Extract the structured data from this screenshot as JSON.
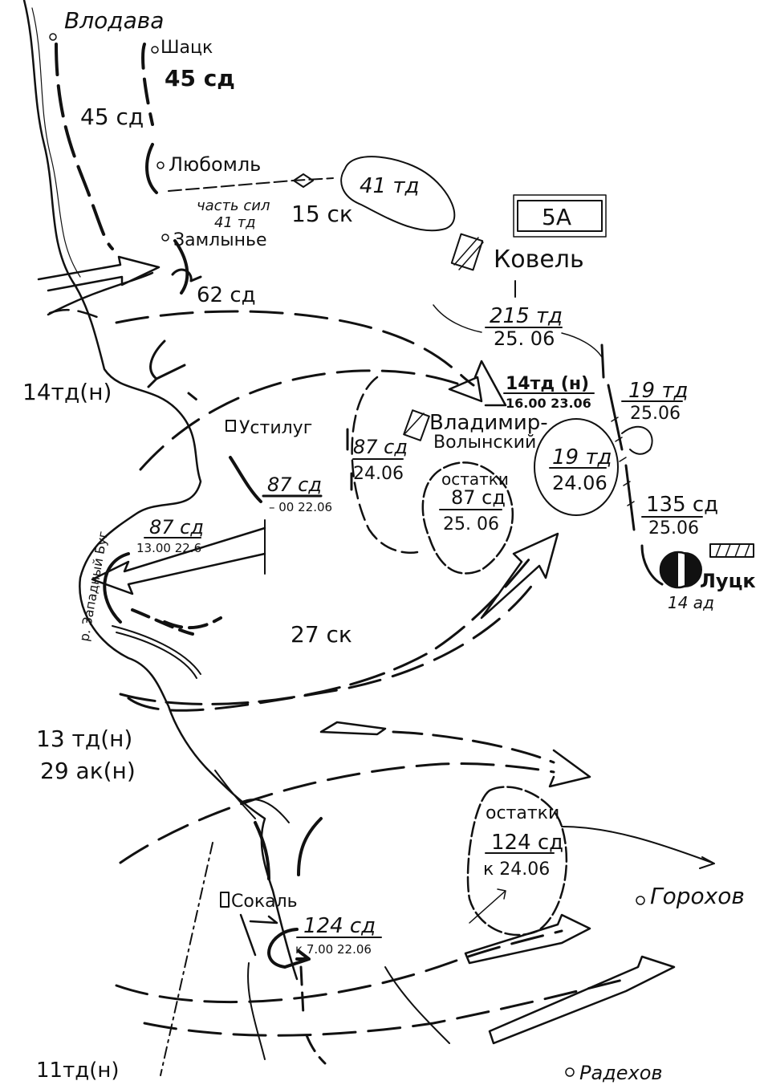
{
  "map": {
    "river_label": "р. Западный Буг",
    "army_box": "5А",
    "towns": {
      "vlodava": "Влодава",
      "shatsk": "Шацк",
      "lyuboml": "Любомль",
      "zamlyne": "Замлынье",
      "kovel": "Ковель",
      "ustilug": "Устилуг",
      "vladimir_line1": "Владимир-",
      "vladimir_line2": "Волынский",
      "lutsk": "Луцк",
      "sokal": "Сокаль",
      "gorokhov": "Горохов",
      "radekhov": "Радехов"
    },
    "units": {
      "sd45_top": "45 сд",
      "sd45_mid": "45 сд",
      "td41": "41 тд",
      "part_forces_1": "часть сил",
      "part_forces_2": "41 тд",
      "sk15": "15 ск",
      "sd62": "62 сд",
      "td215": "215 тд",
      "td215_date": "25. 06",
      "td14_enemy": "14тд(н)",
      "td14_front": "14тд (н)",
      "td14_front_time": "16.00 23.06",
      "td19_a": "19 тд",
      "td19_a_date": "25.06",
      "td19_b": "19 тд",
      "td19_b_date": "24.06",
      "sd87_a": "87 сд",
      "sd87_a_time": "– 00 22.06",
      "sd87_b": "87 сд",
      "sd87_b_time": "13.00 22.6",
      "sd87_c": "87 сд",
      "sd87_c_date": "24.06",
      "remnants_87_1": "остатки",
      "remnants_87_2": "87 сд",
      "remnants_87_3": "25. 06",
      "sd135": "135 сд",
      "sd135_date": "25.06",
      "ad14": "14 ад",
      "sk27": "27 ск",
      "td13_enemy": "13 тд(н)",
      "ak29_enemy": "29 ак(н)",
      "remnants_124_1": "остатки",
      "remnants_124_2": "124 сд",
      "remnants_124_3": "к 24.06",
      "sd124": "124 сд",
      "sd124_time": "к 7.00 22.06",
      "td11_enemy": "11тд(н)"
    }
  }
}
